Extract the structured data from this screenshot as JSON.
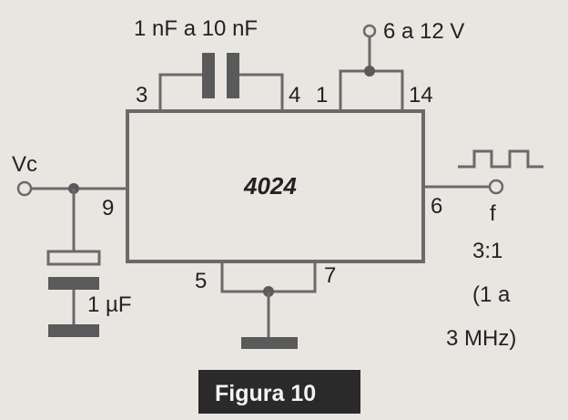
{
  "diagram": {
    "chip_label": "4024",
    "capacitor_top_label": "1 nF a 10 nF",
    "supply_label": "6 a 12 V",
    "input_label": "Vc",
    "output_label": "f",
    "output_note_line1": "3:1",
    "output_note_line2": "(1 a",
    "output_note_line3": "3 MHz)",
    "capacitor_left_label": "1 µF",
    "pins": {
      "p3": "3",
      "p4": "4",
      "p1": "1",
      "p14": "14",
      "p9": "9",
      "p6": "6",
      "p5": "5",
      "p7": "7"
    },
    "figure_caption": "Figura 10"
  },
  "colors": {
    "background": "#e9e6e1",
    "ink": "#222222",
    "wire": "#6a6a6a",
    "ground_bar": "#5a5a5a",
    "caption_bg": "#2a2a2a"
  }
}
